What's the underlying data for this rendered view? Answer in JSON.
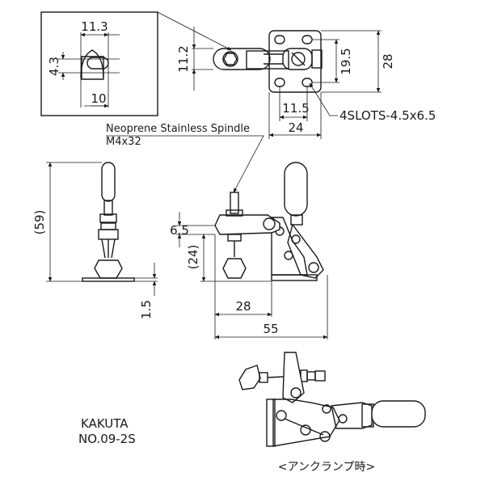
{
  "dimensions": {
    "slot_width": "11.3",
    "slot_height": "4.3",
    "slot_length": "10",
    "top_height": "11.2",
    "base_inner": "19.5",
    "base_height": "28",
    "base_hole_span": "11.5",
    "base_width": "24",
    "overall_height": "(59)",
    "arm_height": "6.5",
    "spindle_height": "(24)",
    "base_thickness": "1.5",
    "reach": "28",
    "overall_length": "55"
  },
  "notes": {
    "slots": "4SLOTS-4.5x6.5",
    "spindle_line1": "Neoprene Stainless Spindle",
    "spindle_line2": "M4x32"
  },
  "maker": {
    "brand": "KAKUTA",
    "model": "NO.09-2S"
  },
  "caption": "<アンクランプ時>"
}
